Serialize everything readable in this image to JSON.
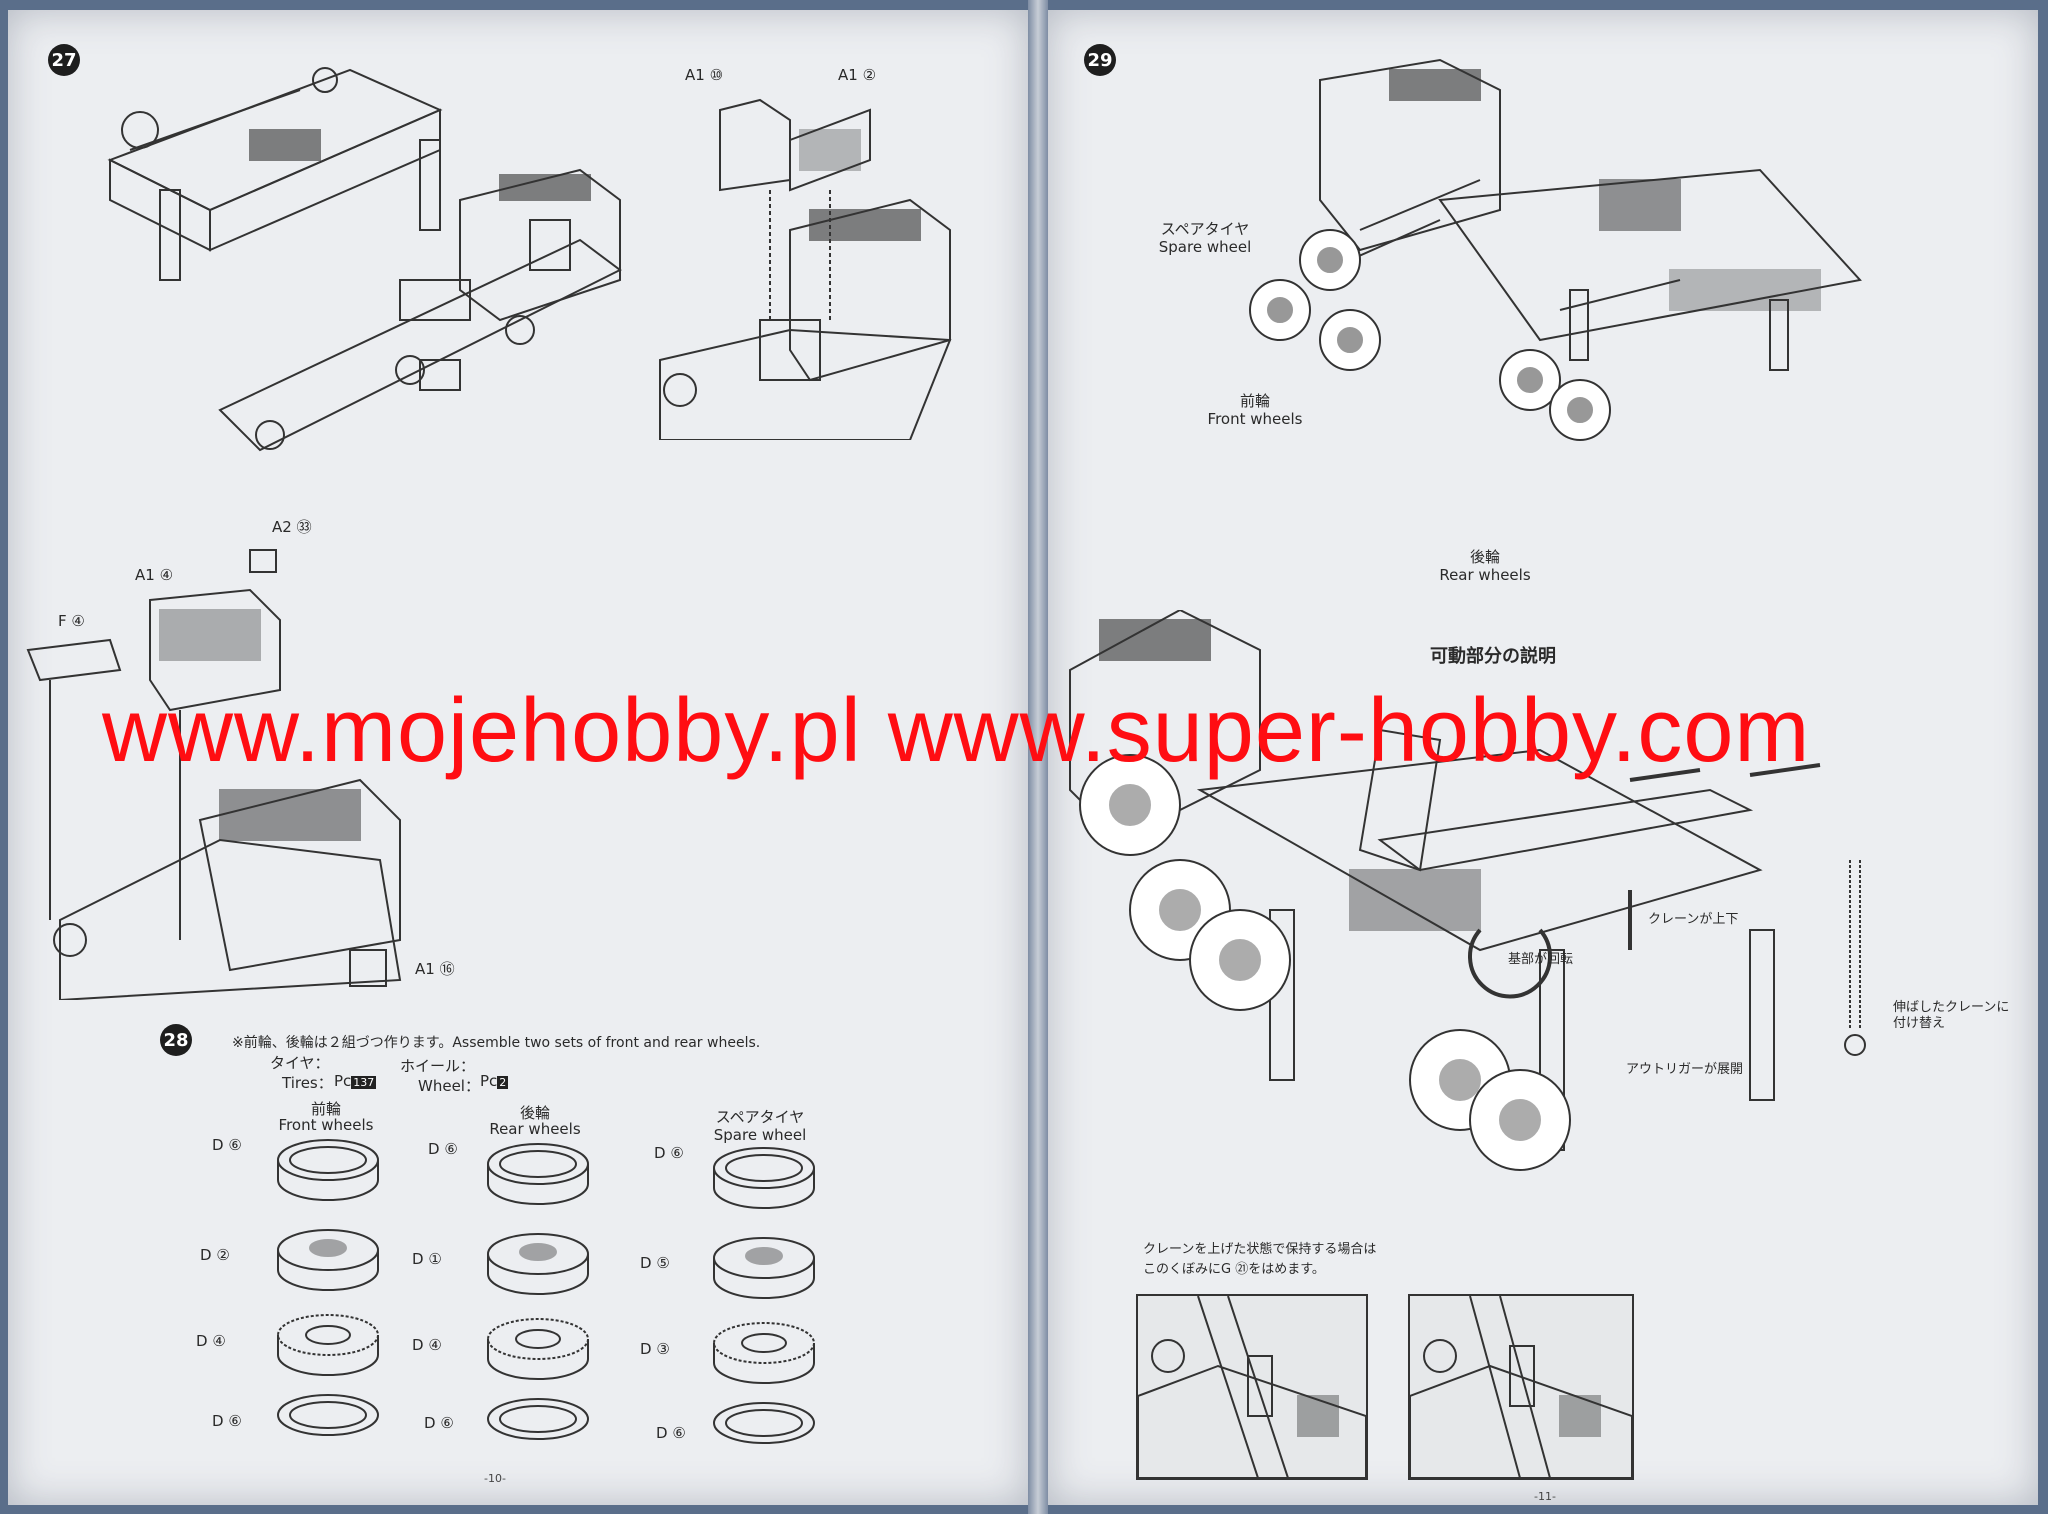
{
  "left_page": {
    "step27": {
      "number": "27",
      "parts": {
        "a1_10": "A1 ⑩",
        "a1_2": "A1 ②",
        "a2_33": "A2 ㉝",
        "a1_4": "A1 ④",
        "f_4": "F ④",
        "a1_16": "A1 ⑯"
      }
    },
    "step28": {
      "number": "28",
      "note": "※前輪、後輪は２組づつ作ります。Assemble two sets of front and rear wheels.",
      "tires_jp": "タイヤ：",
      "tires_en": "Tires：",
      "tires_code": "137",
      "wheel_jp": "ホイール：",
      "wheel_en": "Wheel：",
      "wheel_code": "2",
      "front": {
        "jp": "前輪",
        "en": "Front wheels",
        "parts": [
          "D ⑥",
          "D ②",
          "D ④",
          "D ⑥"
        ]
      },
      "rear": {
        "jp": "後輪",
        "en": "Rear wheels",
        "parts": [
          "D ⑥",
          "D ①",
          "D ④",
          "D ⑥"
        ]
      },
      "spare": {
        "jp": "スペアタイヤ",
        "en": "Spare wheel",
        "parts": [
          "D ⑥",
          "D ⑤",
          "D ③",
          "D ⑥"
        ]
      }
    },
    "page_number": "-10-"
  },
  "right_page": {
    "step29": {
      "number": "29",
      "spare_jp": "スペアタイヤ",
      "spare_en": "Spare wheel",
      "front_jp": "前輪",
      "front_en": "Front wheels",
      "rear_jp": "後輪",
      "rear_en": "Rear wheels"
    },
    "movable": {
      "title": "可動部分の説明",
      "crane_updown": "クレーンが上下",
      "base_rotate": "基部が回転",
      "outrigger": "アウトリガーが展開",
      "hook_note_1": "伸ばしたクレーンに",
      "hook_note_2": "付け替え",
      "keep_note_1": "クレーンを上げた状態で保持する場合は",
      "keep_note_2": "このくぼみにG ㉑をはめます。"
    },
    "page_number": "-11-"
  },
  "watermark": "www.mojehobby.pl www.super-hobby.com",
  "colors": {
    "paper": "#eceef1",
    "ink": "#2a2a2a",
    "watermark": "#ff0d12",
    "background": "#5a6e8a"
  }
}
